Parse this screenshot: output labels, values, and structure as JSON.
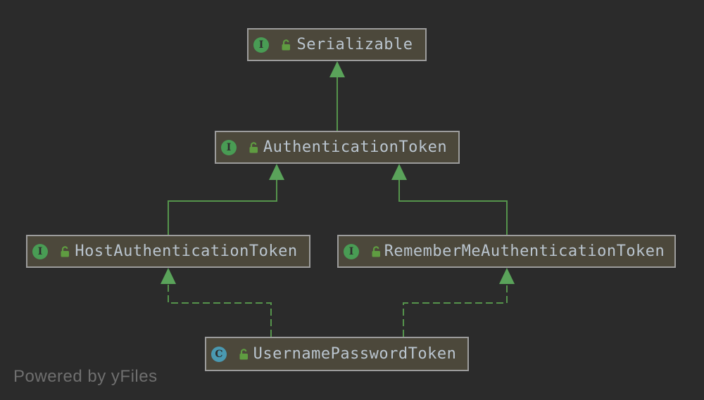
{
  "diagram": {
    "type": "uml-class-hierarchy",
    "watermark": "Powered by yFiles"
  },
  "nodes": [
    {
      "id": "serializable",
      "badge": "I",
      "kind": "interface",
      "label": "Serializable"
    },
    {
      "id": "authentication-token",
      "badge": "I",
      "kind": "interface",
      "label": "AuthenticationToken"
    },
    {
      "id": "host-authentication-token",
      "badge": "I",
      "kind": "interface",
      "label": "HostAuthenticationToken"
    },
    {
      "id": "remember-me-authentication-token",
      "badge": "I",
      "kind": "interface",
      "label": "RememberMeAuthenticationToken"
    },
    {
      "id": "username-password-token",
      "badge": "C",
      "kind": "class",
      "label": "UsernamePasswordToken"
    }
  ],
  "edges": [
    {
      "from": "AuthenticationToken",
      "to": "Serializable",
      "style": "solid"
    },
    {
      "from": "HostAuthenticationToken",
      "to": "AuthenticationToken",
      "style": "solid"
    },
    {
      "from": "RememberMeAuthenticationToken",
      "to": "AuthenticationToken",
      "style": "solid"
    },
    {
      "from": "UsernamePasswordToken",
      "to": "HostAuthenticationToken",
      "style": "dashed"
    },
    {
      "from": "UsernamePasswordToken",
      "to": "RememberMeAuthenticationToken",
      "style": "dashed"
    }
  ],
  "colors": {
    "background": "#2b2b2b",
    "node_fill": "#4c483b",
    "node_border": "#9c9c9c",
    "node_text": "#bac5cf",
    "edge_green": "#55944c",
    "arrow_green": "#5aa35a",
    "interface_badge": "#499c54",
    "class_badge": "#4a99b1",
    "lock_green": "#5f9c41"
  }
}
